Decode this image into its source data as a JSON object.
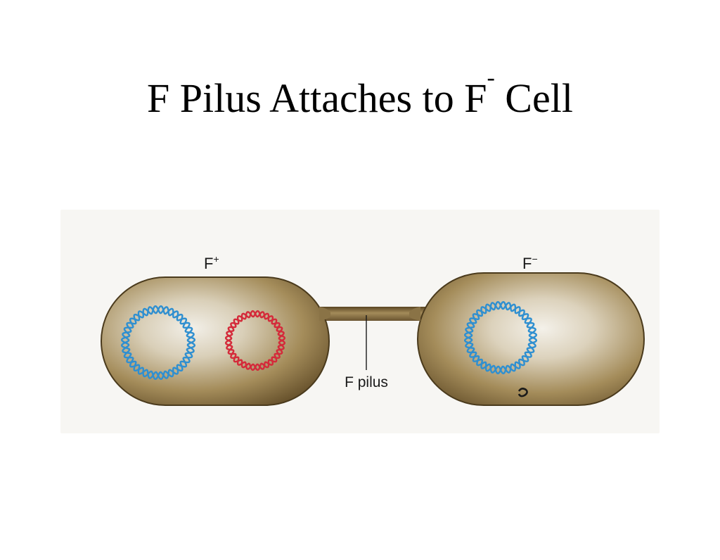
{
  "slide": {
    "title_main": "F Pilus Attaches to F",
    "title_superscript": "-",
    "title_suffix": " Cell"
  },
  "diagram": {
    "donor_cell": {
      "label_base": "F",
      "label_sup": "+"
    },
    "recipient_cell": {
      "label_base": "F",
      "label_sup": "−"
    },
    "pilus_label": "F pilus",
    "colors": {
      "cell_body": "#a08a5c",
      "cell_edge": "#4a3a1c",
      "chromosome": "#2f8fd0",
      "f_plasmid": "#d42a3a",
      "background": "#f7f6f3"
    }
  }
}
